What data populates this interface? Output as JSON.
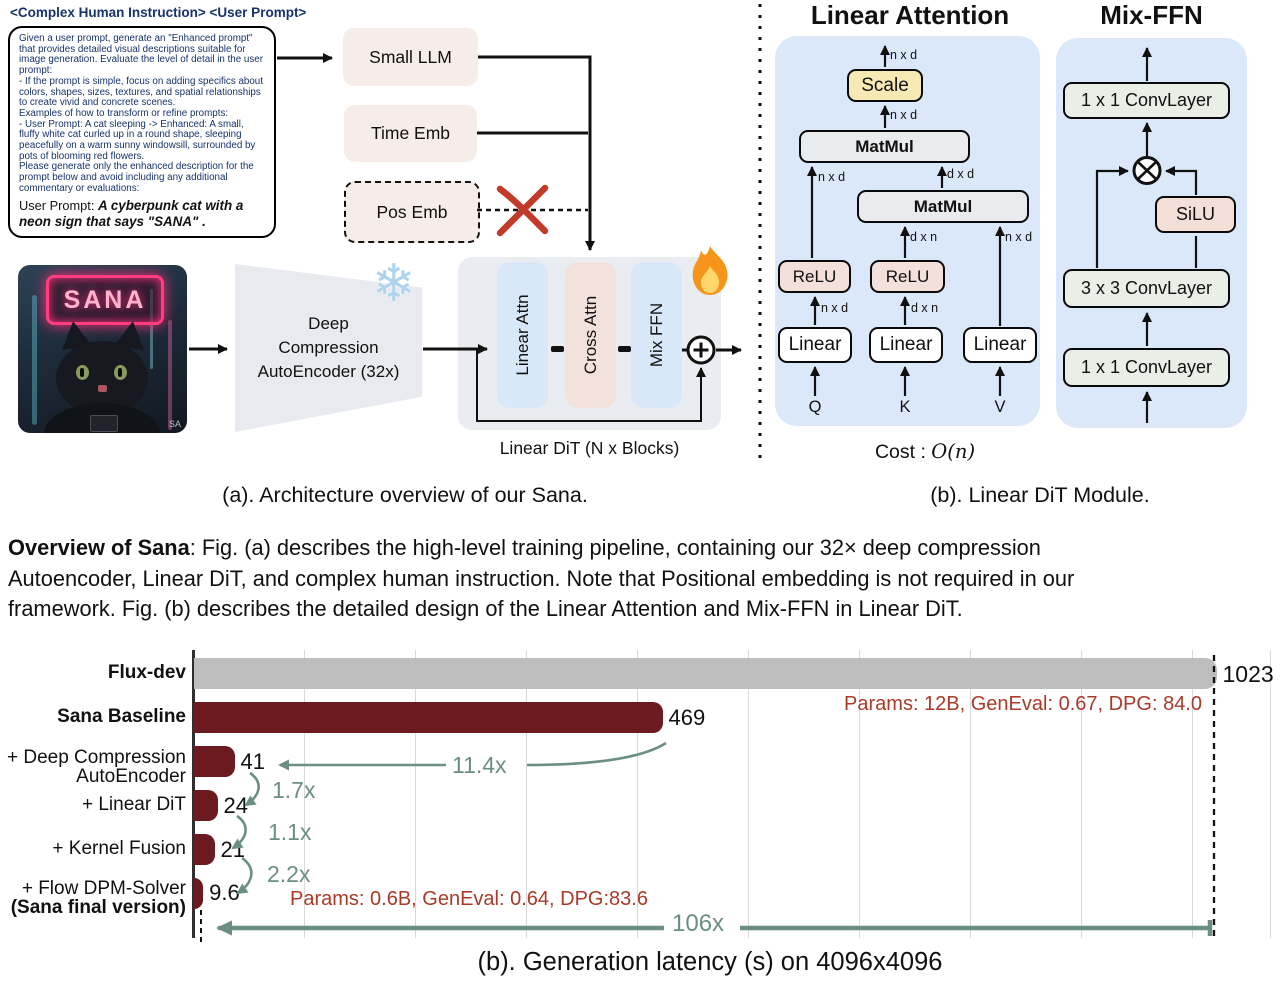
{
  "figure_a": {
    "header": "<Complex Human Instruction> <User Prompt>",
    "instruction_text": "Given a user prompt, generate an \"Enhanced prompt\" that provides detailed visual descriptions suitable for image generation. Evaluate the level of detail in the user prompt:\n- If the prompt is simple, focus on adding specifics about colors, shapes, sizes, textures, and spatial relationships to create vivid and concrete scenes.\nExamples of how to transform or refine prompts:\n- User Prompt: A cat sleeping -> Enhanced: A small, fluffy white cat curled up in a round shape, sleeping peacefully on a warm sunny windowsill, surrounded by pots of blooming red flowers.\nPlease generate only the enhanced description for the prompt below and avoid including any additional commentary or evaluations:",
    "user_prompt_label": "User Prompt: ",
    "user_prompt_value": "A cyberpunk cat with a neon sign that says \"SANA\" .",
    "small_llm": "Small LLM",
    "time_emb": "Time Emb",
    "pos_emb": "Pos Emb",
    "cat_sign": "SANA",
    "cat_watermark": "SA",
    "autoencoder_lines": [
      "Deep",
      "Compression",
      "AutoEncoder (32x)"
    ],
    "dit_pills": [
      "Linear Attn",
      "Cross Attn",
      "Mix FFN"
    ],
    "dit_caption": "Linear DiT (N x Blocks)",
    "caption": "(a). Architecture overview of our Sana."
  },
  "figure_b": {
    "caption": "(b). Linear DiT Module.",
    "linear_attention": {
      "title": "Linear Attention",
      "scale": "Scale",
      "matmul": "MatMul",
      "relu": "ReLU",
      "linear": "Linear",
      "q": "Q",
      "k": "K",
      "v": "V",
      "cost_prefix": "Cost : ",
      "cost_math": "O(n)",
      "dims": {
        "out": "n x d",
        "scale_in": "n x d",
        "mm1_left": "n x d",
        "mm1_right": "d x d",
        "mm2_left": "d x n",
        "mm2_right": "n x d",
        "q_relu": "n x d",
        "k_relu": "d x n"
      }
    },
    "mix_ffn": {
      "title": "Mix-FFN",
      "conv_top": "1 x 1 ConvLayer",
      "silu": "SiLU",
      "conv_mid": "3 x 3 ConvLayer",
      "conv_bottom": "1 x 1 ConvLayer"
    }
  },
  "overview": {
    "bold": "Overview of Sana",
    "line1_rest": ": Fig. (a) describes the high-level training pipeline, containing our 32× deep compression",
    "line2": "Autoencoder, Linear DiT, and complex human instruction. Note that Positional embedding is not required in our",
    "line3": "framework. Fig. (b) describes the detailed design of the Linear Attention and Mix-FFN in Linear DiT."
  },
  "chart": {
    "rows": [
      {
        "lines": [
          "Flux-dev"
        ],
        "value": "1023"
      },
      {
        "lines": [
          "Sana Baseline"
        ],
        "value": "469"
      },
      {
        "lines": [
          "+ Deep Compression",
          "AutoEncoder"
        ],
        "value": "41"
      },
      {
        "lines": [
          "+ Linear DiT"
        ],
        "value": "24"
      },
      {
        "lines": [
          "+ Kernel Fusion"
        ],
        "value": "21"
      },
      {
        "lines": [
          "+ Flow DPM-Solver",
          "(Sana final version)"
        ],
        "value": "9.6"
      }
    ],
    "speedups": [
      "11.4x",
      "1.7x",
      "1.1x",
      "2.2x",
      "106x"
    ],
    "note_flux": "Params: 12B, GenEval: 0.67, DPG: 84.0",
    "note_sana": "Params: 0.6B, GenEval: 0.64, DPG:83.6",
    "caption": "(b). Generation latency (s) on 4096x4096"
  },
  "chart_data": {
    "type": "bar",
    "orientation": "horizontal",
    "title": "(b). Generation latency (s) on 4096x4096",
    "categories": [
      "Flux-dev",
      "Sana Baseline",
      "+ Deep Compression AutoEncoder",
      "+ Linear DiT",
      "+ Kernel Fusion",
      "+ Flow DPM-Solver (Sana final version)"
    ],
    "values": [
      1023,
      469,
      41,
      24,
      21,
      9.6
    ],
    "xlabel": "Generation latency (s)",
    "ylabel": "",
    "xlim": [
      0,
      1080
    ],
    "grid": true,
    "legend": "none",
    "bar_colors": [
      "#bdbdbd",
      "#6b1a1f",
      "#6b1a1f",
      "#6b1a1f",
      "#6b1a1f",
      "#6b1a1f"
    ],
    "speedup_annotations": [
      {
        "label": "11.4x",
        "from": "Sana Baseline",
        "to": "+ Deep Compression AutoEncoder"
      },
      {
        "label": "1.7x",
        "from": "+ Deep Compression AutoEncoder",
        "to": "+ Linear DiT"
      },
      {
        "label": "1.1x",
        "from": "+ Linear DiT",
        "to": "+ Kernel Fusion"
      },
      {
        "label": "2.2x",
        "from": "+ Kernel Fusion",
        "to": "+ Flow DPM-Solver (Sana final version)"
      },
      {
        "label": "106x",
        "from": "Flux-dev",
        "to": "+ Flow DPM-Solver (Sana final version)"
      }
    ],
    "notes": [
      {
        "row": "Flux-dev",
        "text": "Params: 12B, GenEval: 0.67, DPG: 84.0"
      },
      {
        "row": "+ Flow DPM-Solver (Sana final version)",
        "text": "Params: 0.6B, GenEval: 0.64, DPG:83.6"
      }
    ]
  },
  "colors": {
    "bar_red": "#6b1a1f",
    "bar_gray": "#bdbdbd",
    "annotation_teal": "#6b8e85",
    "annotation_red": "#a93a28",
    "panel_blue": "#dbe8fa",
    "dit_container_gray": "#e9edf2",
    "pill_blue": "#d9e8f8",
    "pill_pink": "#f3e1dc",
    "emb_pink": "#f6ece8",
    "scale_yellow": "#f7e9b4",
    "matmul_gray": "#e9ebee",
    "relu_pink": "#f3e0da",
    "conv_green": "#e9eee6",
    "navy_text": "#17336b"
  }
}
